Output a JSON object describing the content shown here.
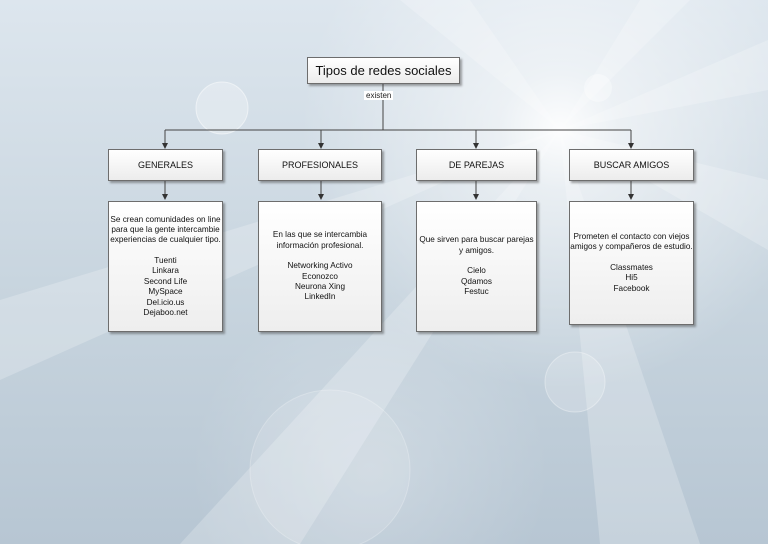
{
  "title": "Tipos de redes sociales",
  "connector_label": "existen",
  "categories": [
    {
      "label": "GENERALES",
      "description": "Se crean comunidades on line para que la gente intercambie experiencias de cualquier tipo.",
      "examples": [
        "Tuenti",
        "Linkara",
        "Second Life",
        "MySpace",
        "Del.icio.us",
        "Dejaboo.net"
      ]
    },
    {
      "label": "PROFESIONALES",
      "description": "En las que se intercambia información profesional.",
      "examples": [
        "Networking Activo",
        "Econozco",
        "Neurona Xing",
        "LinkedIn"
      ]
    },
    {
      "label": "DE PAREJAS",
      "description": "Que sirven para buscar parejas y amigos.",
      "examples": [
        "Cielo",
        "Qdamos",
        "Festuc"
      ]
    },
    {
      "label": "BUSCAR AMIGOS",
      "description": "Prometen el contacto con viejos amigos y compañeros de estudio.",
      "examples": [
        "Classmates",
        "Hi5",
        "Facebook"
      ]
    }
  ]
}
